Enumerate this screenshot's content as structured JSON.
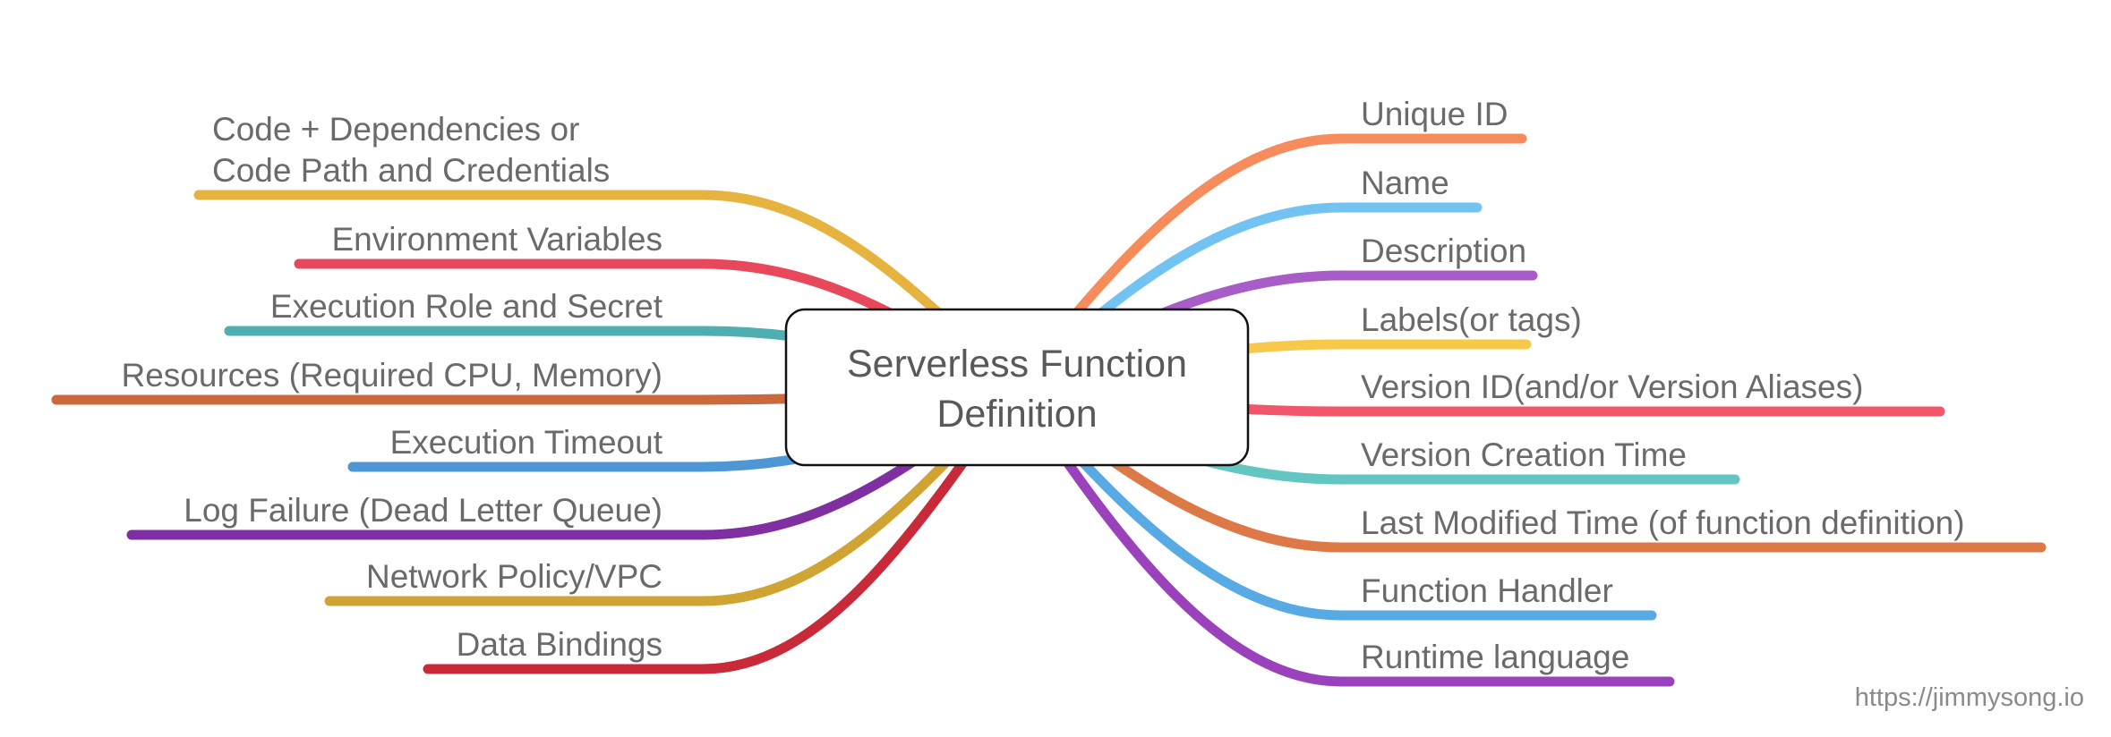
{
  "diagram": {
    "center": {
      "title": "Serverless Function Definition",
      "title_lines": [
        "Serverless Function",
        "Definition"
      ]
    },
    "watermark": "https://jimmysong.io",
    "left": [
      {
        "label": "Code + Dependencies or Code Path and Credentials",
        "lines": [
          "Code + Dependencies or",
          "Code Path and Credentials"
        ],
        "color": "#E6B33E"
      },
      {
        "label": "Environment Variables",
        "color": "#E8485C"
      },
      {
        "label": "Execution Role and Secret",
        "color": "#4FAEAF"
      },
      {
        "label": "Resources (Required CPU, Memory)",
        "color": "#C9693C"
      },
      {
        "label": "Execution Timeout",
        "color": "#4E97D5"
      },
      {
        "label": "Log Failure (Dead Letter Queue)",
        "color": "#7F2FA2"
      },
      {
        "label": "Network Policy/VPC",
        "color": "#D0A433"
      },
      {
        "label": "Data Bindings",
        "color": "#C92A3A"
      }
    ],
    "right": [
      {
        "label": "Unique ID",
        "color": "#F68B5B"
      },
      {
        "label": "Name",
        "color": "#72C3F1"
      },
      {
        "label": "Description",
        "color": "#A75CC8"
      },
      {
        "label": "Labels(or tags)",
        "color": "#F7C94B"
      },
      {
        "label": "Version ID(and/or Version Aliases)",
        "color": "#F2566B"
      },
      {
        "label": "Version Creation Time",
        "color": "#63C6C3"
      },
      {
        "label": "Last Modified Time (of function definition)",
        "color": "#DD7947"
      },
      {
        "label": "Function Handler",
        "color": "#57AAE3"
      },
      {
        "label": "Runtime language",
        "color": "#9A41BC"
      }
    ],
    "colors": {
      "background": "#ffffff",
      "node_fill": "#ffffff",
      "node_border": "#111111",
      "label_text": "#6a6a6a",
      "title_text": "#58595b",
      "watermark_text": "#8a8a8a"
    }
  }
}
